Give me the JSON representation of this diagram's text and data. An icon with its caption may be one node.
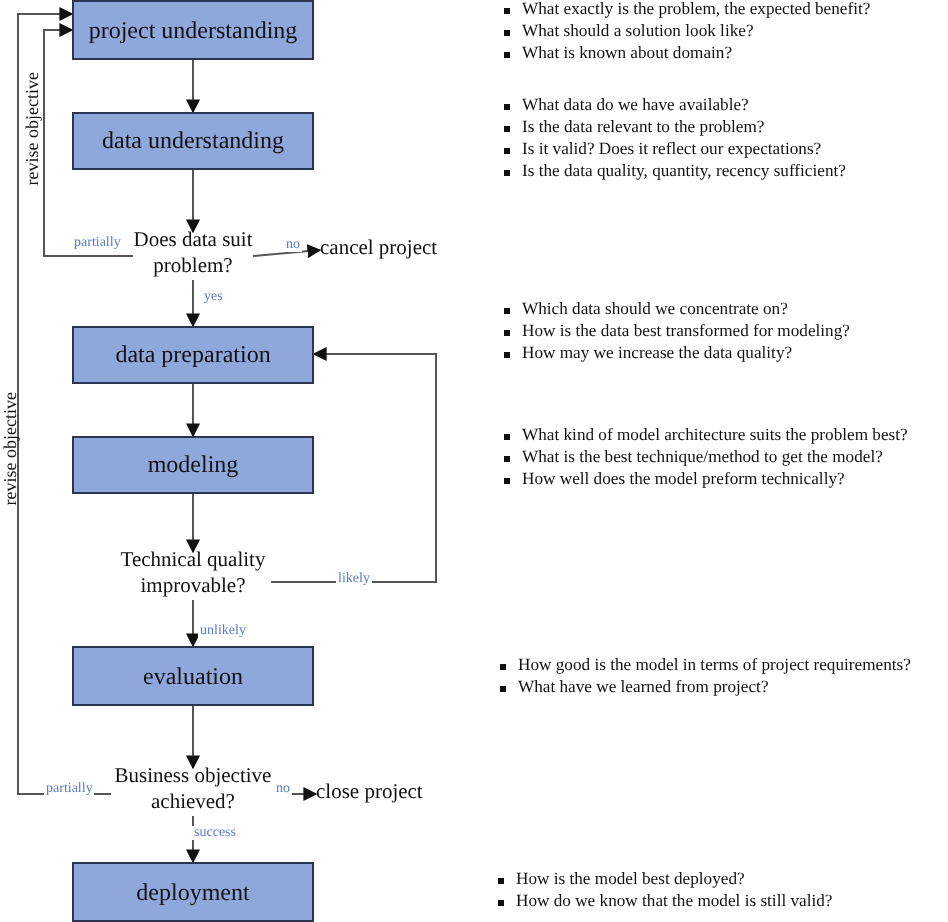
{
  "diagram": {
    "nodes": [
      {
        "text": [
          "project understanding"
        ]
      },
      {
        "text": [
          "data understanding"
        ]
      },
      {
        "text": [
          "Does data suit problem?"
        ]
      },
      {
        "text": [
          "cancel project"
        ]
      },
      {
        "text": [
          "data preparation"
        ]
      },
      {
        "text": [
          "modeling"
        ]
      },
      {
        "text": [
          "Technical quality improvable?"
        ]
      },
      {
        "text": [
          "evaluation"
        ]
      },
      {
        "text": [
          "Business objective achieved?"
        ]
      },
      {
        "text": [
          "close project"
        ]
      },
      {
        "text": [
          "deployment"
        ]
      }
    ],
    "edges": [
      {
        "from": 0,
        "to": 1,
        "arrow": "to"
      },
      {
        "from": 1,
        "to": 2,
        "arrow": "to"
      },
      {
        "from": 2,
        "to": 3,
        "arrow": "to",
        "label": "no"
      },
      {
        "from": 2,
        "to": 4,
        "arrow": "to",
        "label": "yes"
      },
      {
        "from": 2,
        "to": 0,
        "arrow": "to",
        "label": "partially"
      },
      {
        "from": 4,
        "to": 5,
        "arrow": "to"
      },
      {
        "from": 5,
        "to": 6,
        "arrow": "to"
      },
      {
        "from": 6,
        "to": 4,
        "arrow": "to",
        "label": "likely"
      },
      {
        "from": 6,
        "to": 7,
        "arrow": "to",
        "label": "unlikely"
      },
      {
        "from": 7,
        "to": 8,
        "arrow": "to"
      },
      {
        "from": 8,
        "to": 9,
        "arrow": "to",
        "label": "no"
      },
      {
        "from": 8,
        "to": 10,
        "arrow": "to",
        "label": "success"
      },
      {
        "from": 8,
        "to": 0,
        "arrow": "to",
        "label": "partially"
      }
    ],
    "labels": [
      "revise objective",
      "revise objective",
      "What exactly is the problem, the expected benefit?",
      "What should a solution look like?",
      "What is known about domain?",
      "What data do we have available?",
      "Is the data relevant to the problem?",
      "Is it valid? Does it reflect our expectations?",
      "Is the data quality, quantity, recency sufficient?",
      "Which data should we concentrate on?",
      "How is the data best transformed for modeling?",
      "How may we increase the data quality?",
      "What kind of model architecture suits the problem best?",
      "What is the best technique/method to get the model?",
      "How well does the model preform technically?",
      "How good is the model in terms of project requirements?",
      "What have we learned from project?",
      "How is the model best deployed?",
      "How do we know that the model is still valid?"
    ]
  }
}
